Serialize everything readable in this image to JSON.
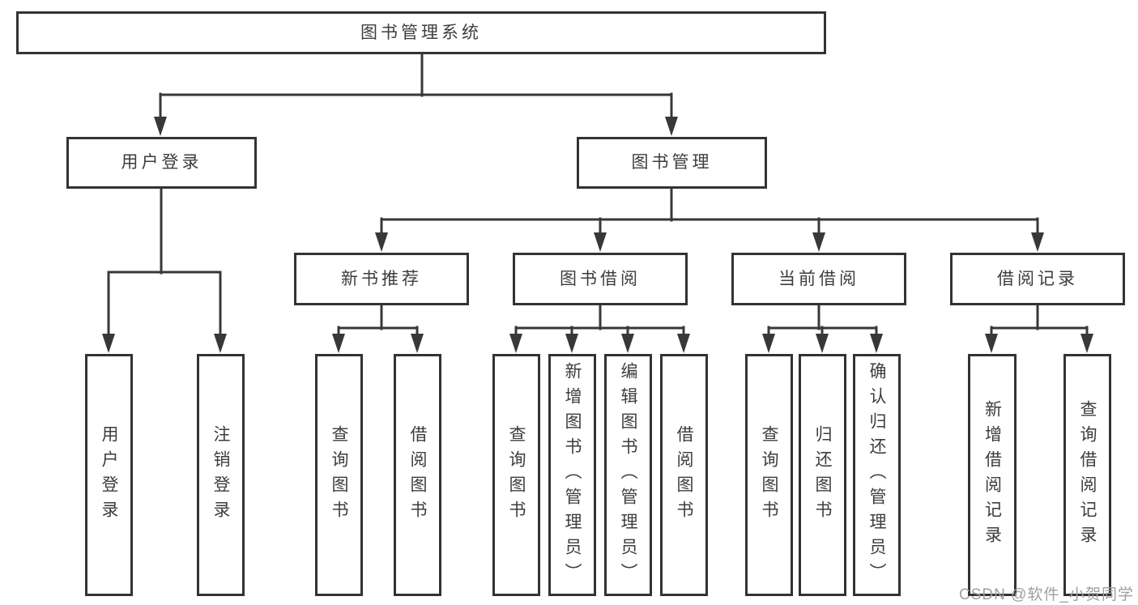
{
  "diagram": {
    "root": {
      "label": "图书管理系统"
    },
    "level1": [
      {
        "id": "user-login",
        "label": "用户登录"
      },
      {
        "id": "book-management",
        "label": "图书管理"
      }
    ],
    "level2": [
      {
        "id": "new-book-recommend",
        "label": "新书推荐",
        "parent": "图书管理"
      },
      {
        "id": "book-borrow",
        "label": "图书借阅",
        "parent": "图书管理"
      },
      {
        "id": "current-borrow",
        "label": "当前借阅",
        "parent": "图书管理"
      },
      {
        "id": "borrow-records",
        "label": "借阅记录",
        "parent": "图书管理"
      }
    ],
    "leaves": [
      {
        "label": "用户登录",
        "parent": "用户登录"
      },
      {
        "label": "注销登录",
        "parent": "用户登录"
      },
      {
        "label": "查询图书",
        "parent": "新书推荐"
      },
      {
        "label": "借阅图书",
        "parent": "新书推荐"
      },
      {
        "label": "查询图书",
        "parent": "图书借阅"
      },
      {
        "label": "新增图书（管理员）",
        "parent": "图书借阅"
      },
      {
        "label": "编辑图书（管理员）",
        "parent": "图书借阅"
      },
      {
        "label": "借阅图书",
        "parent": "图书借阅"
      },
      {
        "label": "查询图书",
        "parent": "当前借阅"
      },
      {
        "label": "归还图书",
        "parent": "当前借阅"
      },
      {
        "label": "确认归还（管理员）",
        "parent": "当前借阅"
      },
      {
        "label": "新增借阅记录",
        "parent": "借阅记录"
      },
      {
        "label": "查询借阅记录",
        "parent": "借阅记录"
      }
    ]
  },
  "watermark": {
    "text": "CSDN @软件_小贺同学"
  },
  "colors": {
    "line": "#383838",
    "box_border": "#333333",
    "text": "#3d3d3d",
    "watermark": "#9f9f9f",
    "background": "#ffffff"
  }
}
